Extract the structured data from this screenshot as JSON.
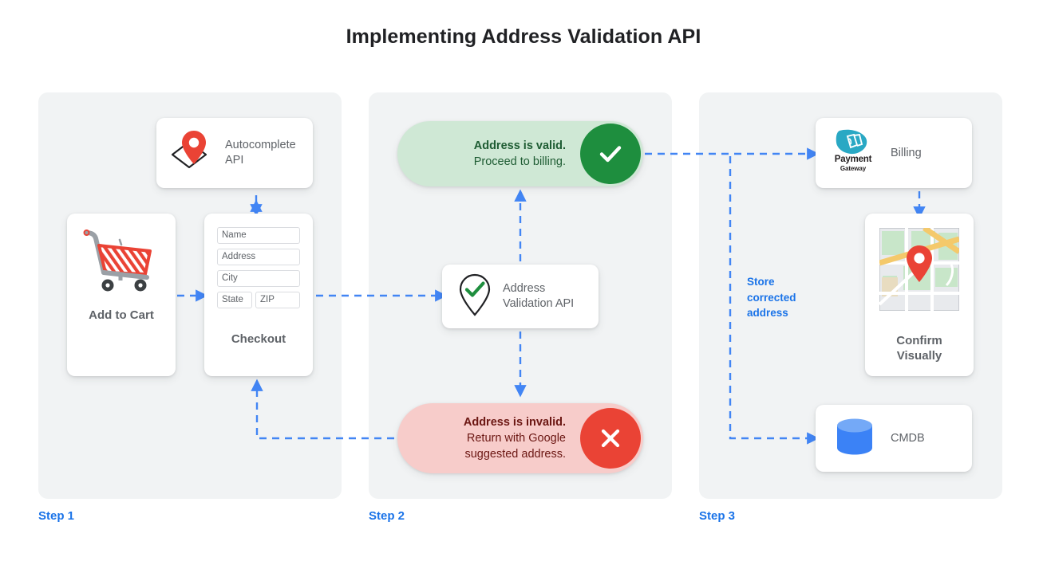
{
  "page": {
    "title": "Implementing Address Validation API"
  },
  "steps": [
    {
      "label": "Step 1"
    },
    {
      "label": "Step 2"
    },
    {
      "label": "Step 3"
    }
  ],
  "step1": {
    "autocomplete_card": {
      "label_line1": "Autocomplete",
      "label_line2": "API",
      "icon": "map-pin-envelope-icon"
    },
    "add_to_cart_card": {
      "caption": "Add to Cart",
      "icon": "shopping-cart-icon"
    },
    "checkout_card": {
      "caption": "Checkout",
      "fields": [
        {
          "name": "name",
          "placeholder": "Name"
        },
        {
          "name": "address",
          "placeholder": "Address"
        },
        {
          "name": "city",
          "placeholder": "City"
        },
        {
          "name": "state",
          "placeholder": "State"
        },
        {
          "name": "zip",
          "placeholder": "ZIP"
        }
      ]
    }
  },
  "step2": {
    "valid_pill": {
      "line1": "Address is valid.",
      "line2": "Proceed to billing.",
      "badge_icon": "check-icon",
      "badge_color": "#1e8e3e",
      "background": "#cfe8d5"
    },
    "validation_card": {
      "label_line1": "Address",
      "label_line2": "Validation API",
      "icon": "pin-check-icon"
    },
    "invalid_pill": {
      "line1": "Address is invalid.",
      "line2": "Return with Google",
      "line3": "suggested address.",
      "badge_icon": "close-icon",
      "badge_color": "#ea4335",
      "background": "#f7ccca"
    }
  },
  "step3": {
    "billing_card": {
      "label": "Billing",
      "logo_name": "Payment",
      "logo_sub": "Gateway",
      "icon": "payment-gateway-icon"
    },
    "confirm_card": {
      "caption_line1": "Confirm",
      "caption_line2": "Visually",
      "icon": "map-thumbnail-icon"
    },
    "cmdb_card": {
      "label": "CMDB",
      "icon": "database-icon"
    },
    "store_note": {
      "line1": "Store",
      "line2": "corrected",
      "line3": "address"
    }
  },
  "colors": {
    "accent_blue": "#1a73e8",
    "arrow_blue": "#4285f4",
    "green": "#1e8e3e",
    "red": "#ea4335",
    "panel_bg": "#f1f3f4",
    "text_gray": "#5f6368"
  }
}
